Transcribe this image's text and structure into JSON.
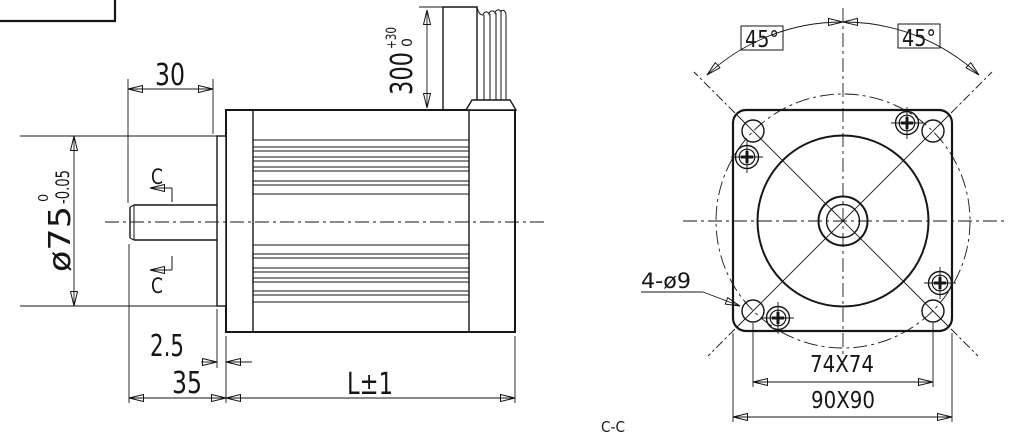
{
  "side_view": {
    "dim_shaft_length": "30",
    "dim_cable_length": {
      "value": "300",
      "tol_upper": "+30",
      "tol_lower": "0"
    },
    "dim_pilot_diameter": {
      "value": "ø75",
      "tol_upper": "0",
      "tol_lower": "-0.05"
    },
    "dim_pilot_depth": "2.5",
    "dim_front_length": "35",
    "dim_body_length": "L±1",
    "section_mark_top": "C",
    "section_mark_bottom": "C"
  },
  "front_view": {
    "dim_angle_left": "45°",
    "dim_angle_right": "45°",
    "dim_mounting_holes": "4-ø9",
    "dim_hole_spacing": "74X74",
    "dim_flange_size": "90X90"
  },
  "section_label": "C-C",
  "colors": {
    "line": "#161616",
    "background": "#ffffff"
  }
}
